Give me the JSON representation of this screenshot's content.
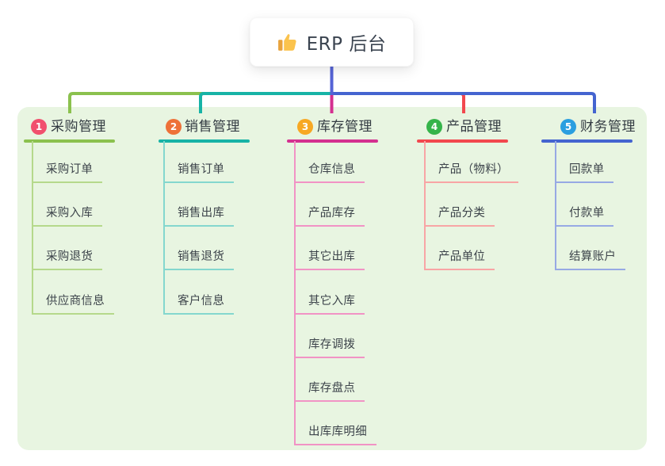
{
  "root": {
    "title": "ERP 后台",
    "icon": "thumbs-up"
  },
  "branches": [
    {
      "index": "1",
      "label": "采购管理",
      "children": [
        "采购订单",
        "采购入库",
        "采购退货",
        "供应商信息"
      ],
      "colors": {
        "badge": "#f1506e",
        "line": "#8bc14e",
        "light": "#b5d98b"
      }
    },
    {
      "index": "2",
      "label": "销售管理",
      "children": [
        "销售订单",
        "销售出库",
        "销售退货",
        "客户信息"
      ],
      "colors": {
        "badge": "#ee7138",
        "line": "#17b3a6",
        "light": "#84d7ce"
      }
    },
    {
      "index": "3",
      "label": "库存管理",
      "children": [
        "仓库信息",
        "产品库存",
        "其它出库",
        "其它入库",
        "库存调拨",
        "库存盘点",
        "出库库明细"
      ],
      "colors": {
        "badge": "#f7a823",
        "line": "#d43090",
        "light": "#f193c5"
      }
    },
    {
      "index": "4",
      "label": "产品管理",
      "children": [
        "产品（物料）",
        "产品分类",
        "产品单位"
      ],
      "colors": {
        "badge": "#35b44a",
        "line": "#f2484e",
        "light": "#f8a5a5"
      }
    },
    {
      "index": "5",
      "label": "财务管理",
      "children": [
        "回款单",
        "付款单",
        "结算账户"
      ],
      "colors": {
        "badge": "#2b9fe0",
        "line": "#4464d0",
        "light": "#97a9e4"
      }
    }
  ],
  "colors": {
    "canvas": "#ffffff",
    "panel": "#e8f5e1",
    "root_stub": "#5563d6",
    "text": "#3d444b"
  }
}
